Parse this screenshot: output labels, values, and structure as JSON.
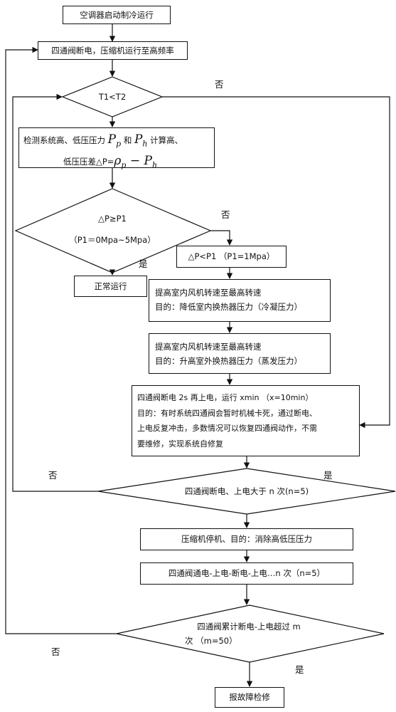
{
  "nodes": {
    "start": "空调器启动制冷运行",
    "step1": "四通阀断电，压缩机运行至高频率",
    "d1": "T1<T2",
    "detect": {
      "line1a": "检测系统高、低压压力",
      "pp": "P",
      "pp_sub": "p",
      "and": "和",
      "ph": "P",
      "ph_sub": "h",
      "line1b": "计算高、",
      "line2a": "低压压差△P=",
      "rho": "ρ",
      "rho_sub": "p",
      "minus": " − ",
      "ph2": "P",
      "ph2_sub": "h"
    },
    "d2_line1": "△P≥P1",
    "d2_line2": "（P1＝0Mpa~5Mpa）",
    "normal": "正常运行",
    "lowdp": "△P<P1 （P1=1Mpa）",
    "fan1_line1": "提高室内风机转速至最高转速",
    "fan1_line2": "目的：降低室内换热器压力（冷凝压力）",
    "fan2_line1": "提高室内风机转速至最高转速",
    "fan2_line2": "目的：升高室外换热器压力（蒸发压力）",
    "valve_lines": [
      "四通阀断电 2s 再上电，运行 xmin （x=10min）",
      "目的：有时系统四通阀会暂时机械卡死，通过断电、",
      "上电反复冲击，多数情况可以恢复四通阀动作，不需",
      "要维修，实现系统自修复"
    ],
    "d3": "四通阀断电、上电大于 n 次(n=5)",
    "stop": "压缩机停机、目的：消除高低压压力",
    "cycle": "四通阀通电-上电-断电-上电…n 次（n=5）",
    "d4_line1": "四通阀累计断电-上电超过 m",
    "d4_line2": "次 （m=50）",
    "report": "报故障检修"
  },
  "labels": {
    "no": "否",
    "yes": "是"
  }
}
